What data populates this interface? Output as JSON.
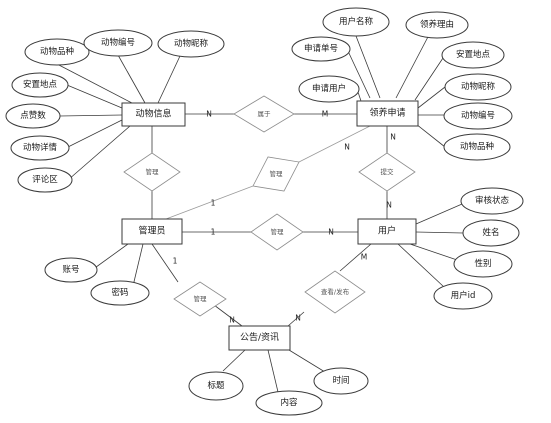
{
  "entities": {
    "animal": "动物信息",
    "application": "领养申请",
    "admin": "管理员",
    "user": "用户",
    "notice": "公告/资讯"
  },
  "attributes": {
    "animal_breed": "动物品种",
    "animal_number": "动物编号",
    "animal_nickname": "动物昵称",
    "animal_location": "安置地点",
    "animal_likes": "点赞数",
    "animal_detail": "动物详情",
    "animal_comments": "评论区",
    "app_username": "用户名称",
    "app_number": "申请单号",
    "app_reason": "领养理由",
    "app_user": "申请用户",
    "app_location": "安置地点",
    "app_nickname": "动物昵称",
    "app_animal_number": "动物编号",
    "app_breed": "动物品种",
    "admin_account": "账号",
    "admin_password": "密码",
    "user_review_status": "审核状态",
    "user_name": "姓名",
    "user_gender": "性别",
    "user_id": "用户id",
    "notice_title": "标题",
    "notice_content": "内容",
    "notice_time": "时间"
  },
  "relationships": {
    "belongs": "属于",
    "manage_animal": "管理",
    "manage_app": "管理",
    "submit": "提交",
    "manage_user": "管理",
    "manage_notice": "管理",
    "view_post": "查看/发布"
  },
  "cardinalities": {
    "animal_belongs": "N",
    "app_belongs": "M",
    "app_manage": "N",
    "admin_manage_app": "1",
    "app_submit": "N",
    "user_submit": "N",
    "admin_manage_user": "1",
    "user_manage": "N",
    "admin_manage_notice": "1",
    "notice_manage": "N",
    "user_view": "M",
    "notice_view": "N"
  }
}
